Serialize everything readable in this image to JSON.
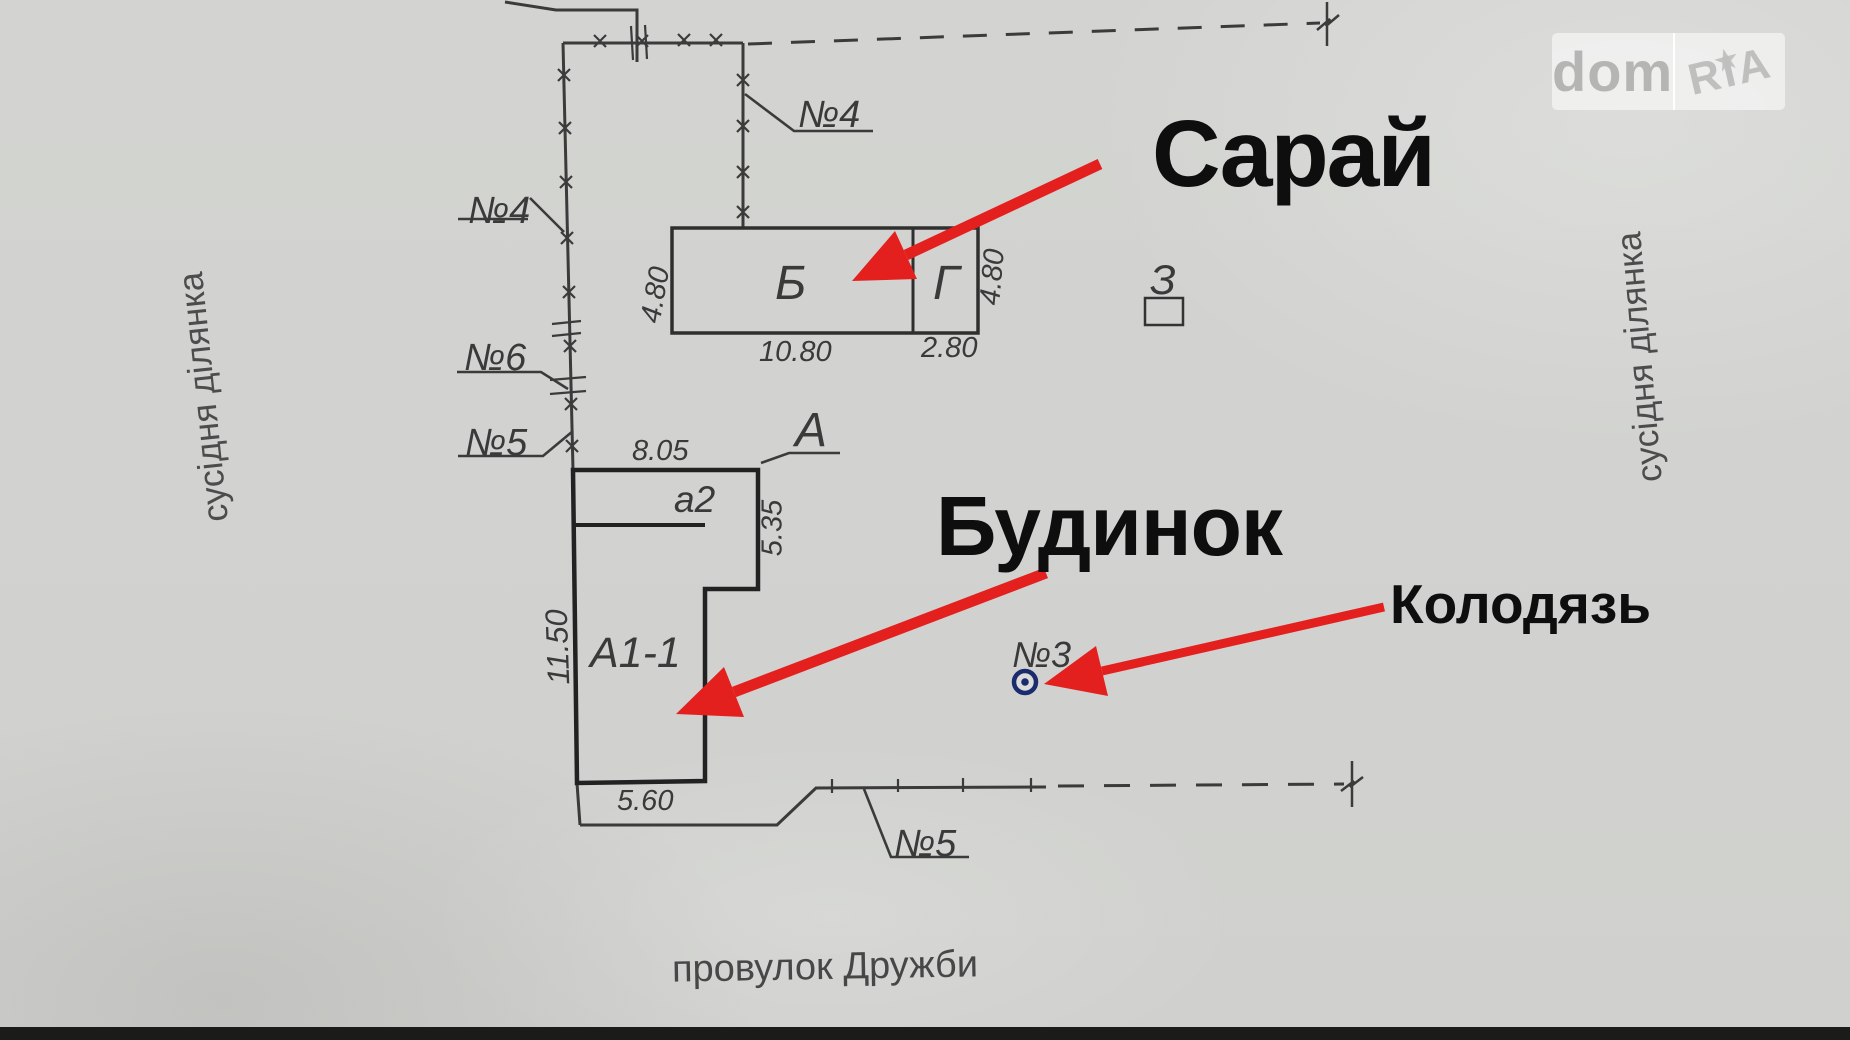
{
  "watermark": {
    "brand_left": "dom",
    "brand_right": "RIA",
    "star": "★"
  },
  "callouts": {
    "shed": "Сарай",
    "house": "Будинок",
    "well": "Колодязь"
  },
  "labels": {
    "neighbor_left": "сусідня ділянка",
    "neighbor_right": "сусідня ділянка",
    "street": "провулок Дружби",
    "shed_section_main": "Б",
    "shed_section_annex": "Г",
    "house_main": "А1-1",
    "house_annex": "а2",
    "house_letter": "А",
    "outbuilding": "З",
    "well_point": "№3"
  },
  "boundary_points": {
    "top_left": "№4",
    "top_inner": "№4",
    "left_upper": "№6",
    "left_lower": "№5",
    "bottom": "№5"
  },
  "dimensions": {
    "shed_side_left": "4.80",
    "shed_side_right": "4.80",
    "shed_front": "10.80",
    "shed_annex_front": "2.80",
    "house_annex_top": "8.05",
    "house_annex_side": "5.35",
    "house_side": "11.50",
    "house_front": "5.60"
  }
}
